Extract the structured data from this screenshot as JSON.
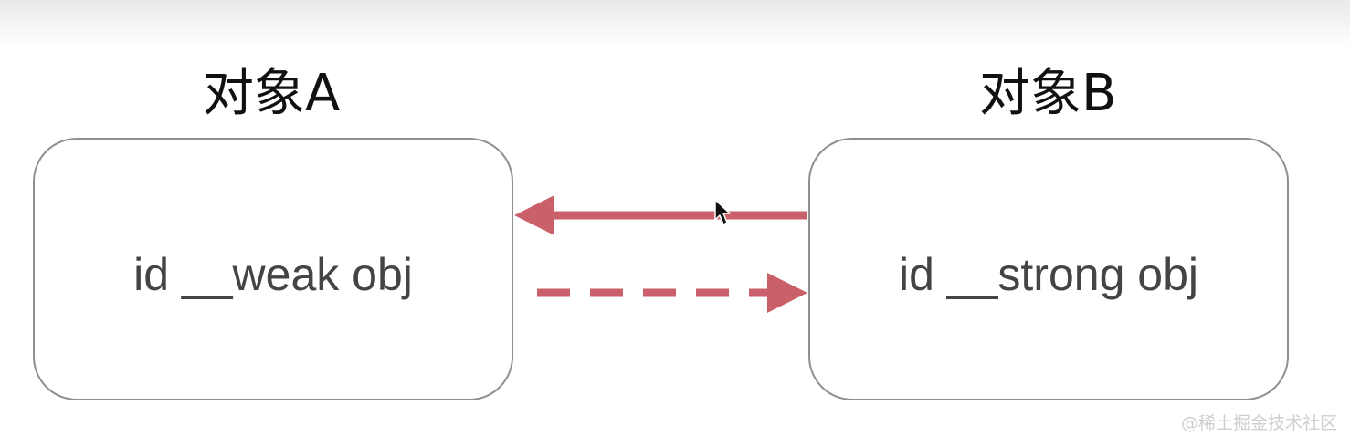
{
  "diagram": {
    "object_a": {
      "title": "对象A",
      "label": "id __weak obj"
    },
    "object_b": {
      "title": "对象B",
      "label": "id __strong obj"
    },
    "references": [
      {
        "from": "object_b",
        "to": "object_a",
        "style": "solid"
      },
      {
        "from": "object_a",
        "to": "object_b",
        "style": "dashed"
      }
    ],
    "arrow_color": "#c9606a"
  },
  "watermark": "@稀土掘金技术社区",
  "colors": {
    "box_border": "#8f8f8f",
    "label_text": "#444444",
    "title_text": "#111111"
  }
}
